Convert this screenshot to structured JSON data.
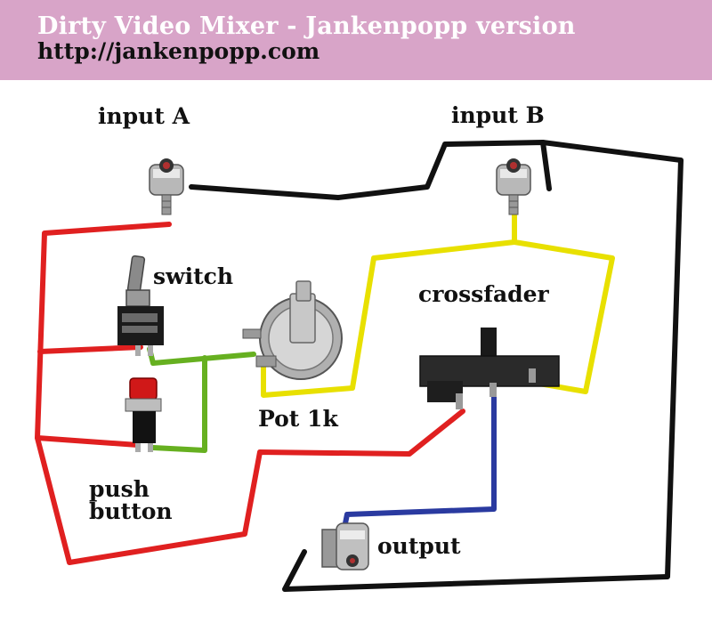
{
  "header": {
    "title": "Dirty Video Mixer - Jankenpopp version",
    "url": "http://jankenpopp.com",
    "background": "#d8a4c8"
  },
  "labels": {
    "input_a": "input A",
    "input_b": "input B",
    "switch": "switch",
    "crossfader": "crossfader",
    "pot": "Pot 1k",
    "push_line1": "push",
    "push_line2": "button",
    "output": "output"
  },
  "wire_colors": {
    "ground": "#111111",
    "red": "#e02020",
    "yellow": "#e8e000",
    "green": "#66b020",
    "blue": "#2a3aa0"
  },
  "components": [
    "rca-jack-input-a",
    "rca-jack-input-b",
    "rca-jack-output",
    "toggle-switch",
    "potentiometer",
    "push-button",
    "slide-crossfader"
  ]
}
